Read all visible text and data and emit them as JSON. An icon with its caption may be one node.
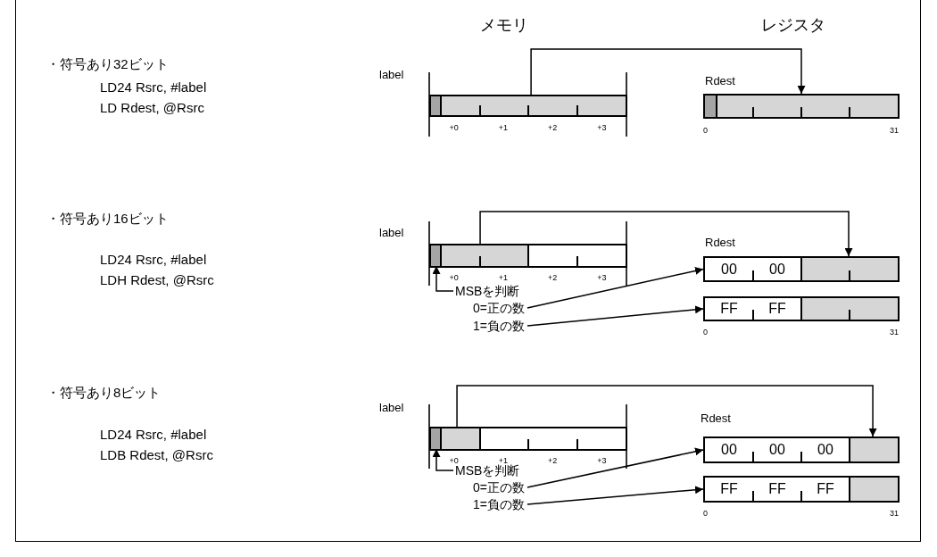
{
  "diagram": {
    "nodes": [
      {
        "text": [],
        "shape": "bar",
        "beside": [
          "label"
        ]
      },
      {
        "text": [],
        "shape": "bar",
        "beside": [
          "Rdest"
        ]
      },
      {
        "text": [],
        "shape": "bar",
        "beside": [
          "label"
        ]
      },
      {
        "text": [],
        "shape": "box",
        "in": 2
      },
      {
        "text": [
          "00",
          "00"
        ],
        "beside": [
          "Rdest"
        ]
      },
      {
        "text": [
          "FF",
          "FF"
        ]
      },
      {
        "text": [
          "MSBを判断"
        ]
      },
      {
        "text": [
          "0=正の数"
        ]
      },
      {
        "text": [
          "1=負の数"
        ]
      },
      {
        "text": [],
        "shape": "bar",
        "beside": [
          "label"
        ]
      },
      {
        "text": [],
        "shape": "box",
        "in": 9
      },
      {
        "text": [
          "00",
          "00",
          "00"
        ],
        "beside": [
          "Rdest"
        ]
      },
      {
        "text": [
          "FF",
          "FF",
          "FF"
        ]
      },
      {
        "text": [
          "MSBを判断"
        ]
      },
      {
        "text": [
          "0=正の数"
        ]
      },
      {
        "text": [
          "1=負の数"
        ]
      }
    ],
    "edges": [
      {
        "from": 0,
        "to": 1,
        "arrow": "to"
      },
      {
        "from": 2,
        "to": 4,
        "arrow": "to"
      },
      {
        "from": 6,
        "to": 3,
        "arrow": "to"
      },
      {
        "from": 7,
        "to": 4,
        "arrow": "to"
      },
      {
        "from": 8,
        "to": 5,
        "arrow": "to"
      },
      {
        "from": 9,
        "to": 11,
        "arrow": "to"
      },
      {
        "from": 13,
        "to": 10,
        "arrow": "to"
      },
      {
        "from": 14,
        "to": 11,
        "arrow": "to"
      },
      {
        "from": 15,
        "to": 12,
        "arrow": "to"
      }
    ],
    "labels": [
      "メモリ",
      "レジスタ",
      "・符号あり32ビット",
      "LD24 Rsrc, #label",
      "LD Rdest, @Rsrc",
      "+0",
      "+1",
      "+2",
      "+3",
      "0",
      "31",
      "・符号あり16ビット",
      "LD24 Rsrc, #label",
      "LDH Rdest, @Rsrc",
      "+0",
      "+1",
      "+2",
      "+3",
      "0",
      "31",
      "・符号あり8ビット",
      "LD24 Rsrc, #label",
      "LDB Rdest, @Rsrc",
      "+0",
      "+1",
      "+2",
      "+3",
      "0",
      "31"
    ]
  }
}
